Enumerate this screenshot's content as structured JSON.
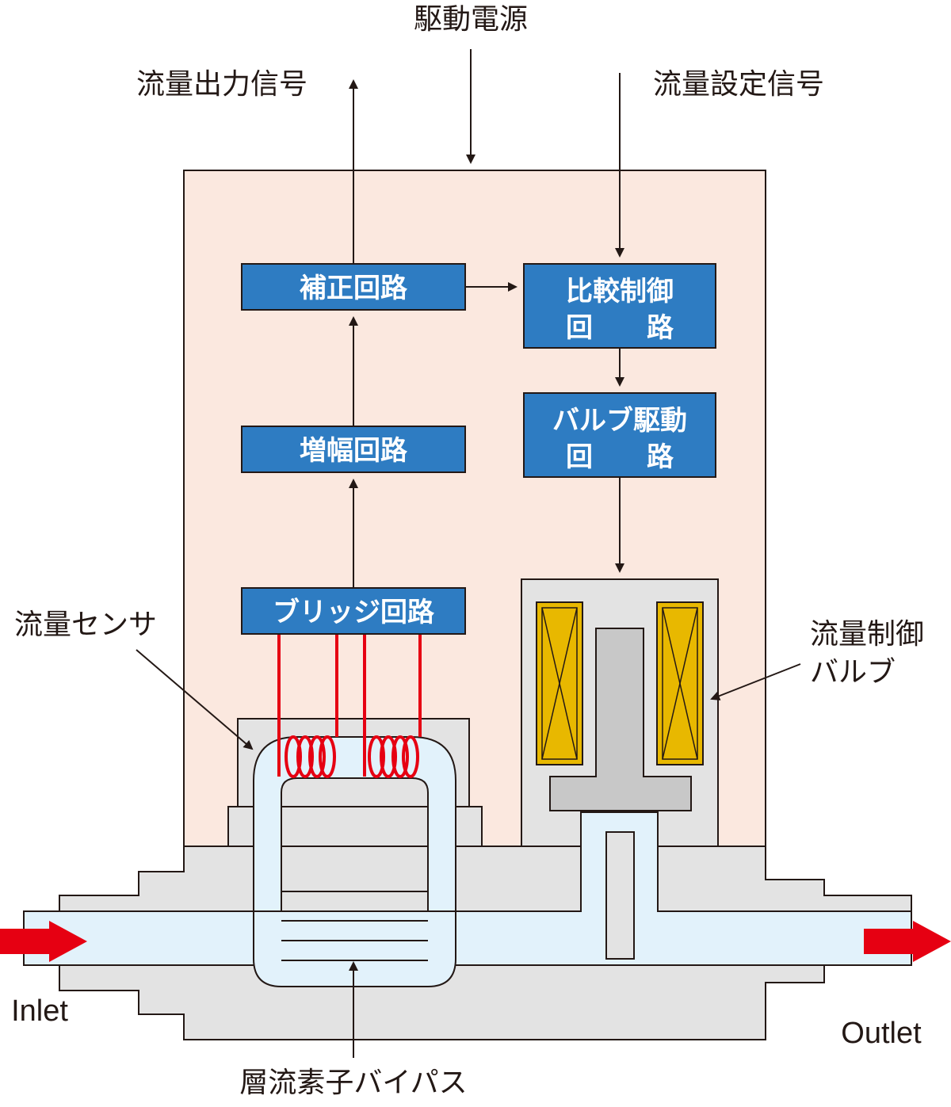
{
  "labels": {
    "drive_power": "駆動電源",
    "flow_output_signal": "流量出力信号",
    "flow_setting_signal": "流量設定信号",
    "flow_sensor": "流量センサ",
    "flow_control_valve_line1": "流量制御",
    "flow_control_valve_line2": "バルブ",
    "laminar_bypass": "層流素子バイパス",
    "inlet": "Inlet",
    "outlet": "Outlet"
  },
  "blocks": {
    "correction": "補正回路",
    "comparison_line1": "比較制御",
    "comparison_line2": "回　　路",
    "amplifier": "増幅回路",
    "valve_drive_line1": "バルブ駆動",
    "valve_drive_line2": "回　　路",
    "bridge": "ブリッジ回路"
  },
  "colors": {
    "block_blue": "#2e7cc2",
    "enclosure_pink": "#fbe8df",
    "body_gray": "#e3e3e3",
    "flow_channel": "#e2f2fb",
    "coil_red": "#e60012",
    "arrow_red": "#e60012",
    "solenoid_gold": "#e8b800",
    "plunger_gray": "#c8c8c8"
  }
}
